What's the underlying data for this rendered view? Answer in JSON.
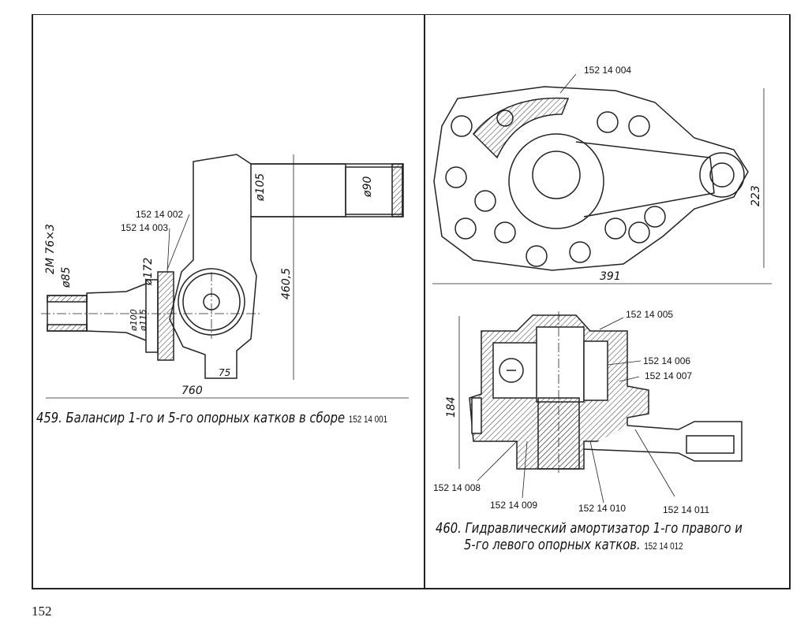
{
  "page_number": "152",
  "figure_459": {
    "caption": "459. Балансир 1-го и 5-го опорных катков в сборе",
    "caption_code": "152 14 001",
    "callouts": [
      "152 14 002",
      "152 14 003"
    ],
    "dimensions": {
      "thread": "2M 76×3",
      "d85": "ø85",
      "d172": "ø172",
      "d100": "ø100",
      "d115": "ø115",
      "d105": "ø105",
      "d90": "ø90",
      "height": "460,5",
      "width": "760",
      "w75": "75"
    }
  },
  "figure_460_top": {
    "callout": "152 14 004",
    "dimensions": {
      "height": "223",
      "width": "391"
    }
  },
  "figure_460": {
    "caption_line1": "460. Гидравлический амортизатор 1-го правого и",
    "caption_line2": "5-го левого опорных катков.",
    "caption_code": "152 14 012",
    "callouts": [
      "152 14 005",
      "152 14 006",
      "152 14 007",
      "152 14 008",
      "152 14 009",
      "152 14 010",
      "152 14 011"
    ],
    "dimensions": {
      "height": "184"
    }
  }
}
